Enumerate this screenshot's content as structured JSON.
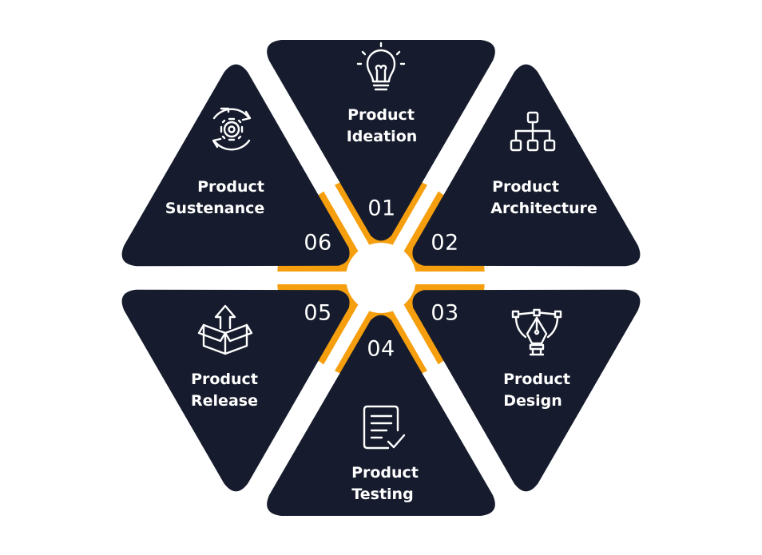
{
  "diagram": {
    "colors": {
      "segment": "#161c2d",
      "hub": "#f59e0e",
      "text": "#ffffff"
    },
    "stages": [
      {
        "number": "01",
        "line1": "Product",
        "line2": "Ideation",
        "icon": "lightbulb-icon"
      },
      {
        "number": "02",
        "line1": "Product",
        "line2": "Architecture",
        "icon": "hierarchy-icon"
      },
      {
        "number": "03",
        "line1": "Product",
        "line2": "Design",
        "icon": "pen-tool-icon"
      },
      {
        "number": "04",
        "line1": "Product",
        "line2": "Testing",
        "icon": "checklist-document-icon"
      },
      {
        "number": "05",
        "line1": "Product",
        "line2": "Release",
        "icon": "box-upload-icon"
      },
      {
        "number": "06",
        "line1": "Product",
        "line2": "Sustenance",
        "icon": "gear-cycle-icon"
      }
    ]
  }
}
